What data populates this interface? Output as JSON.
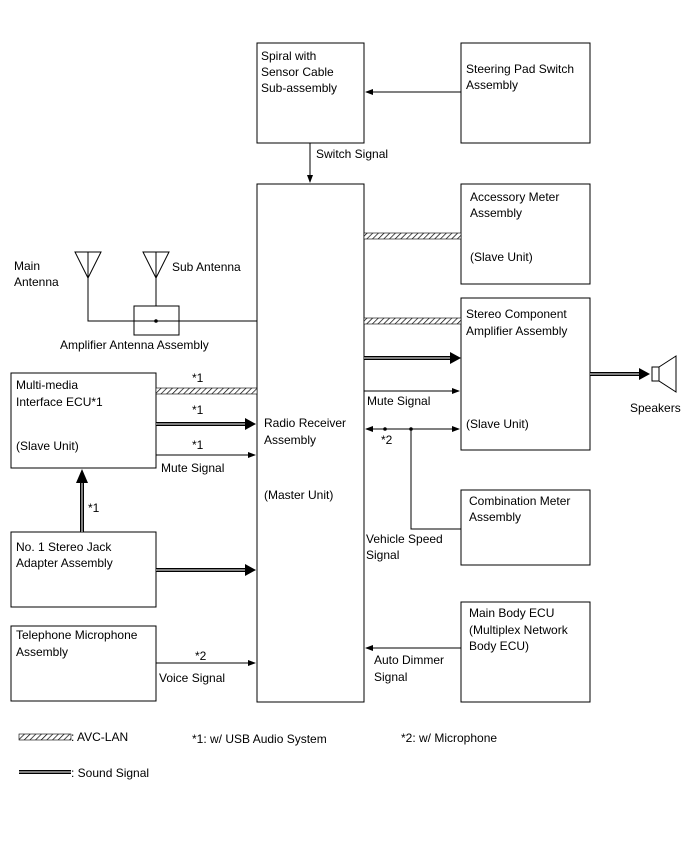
{
  "blocks": {
    "spiral": [
      "Spiral with",
      "Sensor Cable",
      "Sub-assembly"
    ],
    "steering": [
      "Steering Pad Switch",
      "Assembly"
    ],
    "accessory": [
      "Accessory Meter",
      "Assembly",
      "(Slave Unit)"
    ],
    "stereo_amp": [
      "Stereo Component",
      "Amplifier Assembly",
      "(Slave Unit)"
    ],
    "radio": [
      "Radio Receiver",
      "Assembly",
      "(Master Unit)"
    ],
    "multimedia": [
      "Multi-media",
      "Interface ECU*1",
      "(Slave Unit)"
    ],
    "jack": [
      "No. 1 Stereo Jack",
      "Adapter Assembly"
    ],
    "telephone": [
      "Telephone Microphone",
      "Assembly"
    ],
    "combination": [
      "Combination Meter",
      "Assembly"
    ],
    "main_body": [
      "Main Body ECU",
      "(Multiplex Network",
      "Body ECU)"
    ]
  },
  "labels": {
    "switch_signal": "Switch Signal",
    "main_antenna": [
      "Main",
      "Antenna"
    ],
    "sub_antenna": "Sub Antenna",
    "amp_antenna": "Amplifier Antenna Assembly",
    "speakers": "Speakers",
    "mute_signal_right": "Mute Signal",
    "mute_signal_left": "Mute Signal",
    "star1": "*1",
    "star2": "*2",
    "vehicle_speed": [
      "Vehicle Speed",
      "Signal"
    ],
    "voice_signal": "Voice Signal",
    "auto_dimmer": [
      "Auto Dimmer",
      "Signal"
    ]
  },
  "legend": {
    "avc_lan": ": AVC-LAN",
    "note1": "*1: w/ USB Audio System",
    "note2": "*2: w/ Microphone",
    "sound_signal": ": Sound Signal"
  },
  "colors": {
    "line": "#000000",
    "background": "#ffffff"
  }
}
